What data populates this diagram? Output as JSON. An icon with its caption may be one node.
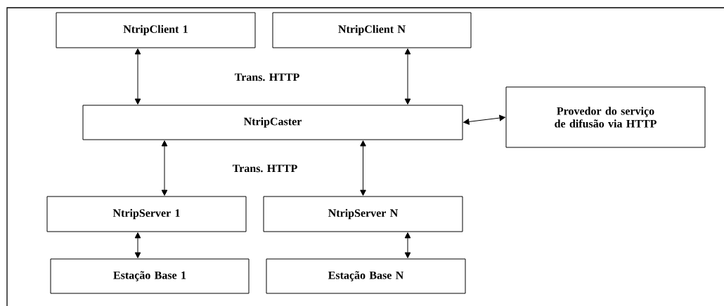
{
  "diagram": {
    "nodes": [
      {
        "text": [
          "NtripClient 1"
        ]
      },
      {
        "text": [
          "NtripClient N"
        ]
      },
      {
        "text": [
          "NtripCaster"
        ]
      },
      {
        "text": [
          "Provedor do serviço de difusão via HTTP"
        ]
      },
      {
        "text": [
          "NtripServer 1"
        ]
      },
      {
        "text": [
          "NtripServer N"
        ]
      },
      {
        "text": [
          "Estação Base 1"
        ]
      },
      {
        "text": [
          "Estação Base N"
        ]
      }
    ],
    "edges": [
      {
        "from": 0,
        "to": 2,
        "arrow": "both"
      },
      {
        "from": 1,
        "to": 2,
        "arrow": "both"
      },
      {
        "from": 2,
        "to": 3,
        "arrow": "both"
      },
      {
        "from": 2,
        "to": 4,
        "arrow": "both"
      },
      {
        "from": 2,
        "to": 5,
        "arrow": "both"
      },
      {
        "from": 4,
        "to": 6,
        "arrow": "both"
      },
      {
        "from": 5,
        "to": 7,
        "arrow": "both"
      }
    ],
    "labels": [
      "Trans. HTTP",
      "Trans. HTTP"
    ]
  }
}
